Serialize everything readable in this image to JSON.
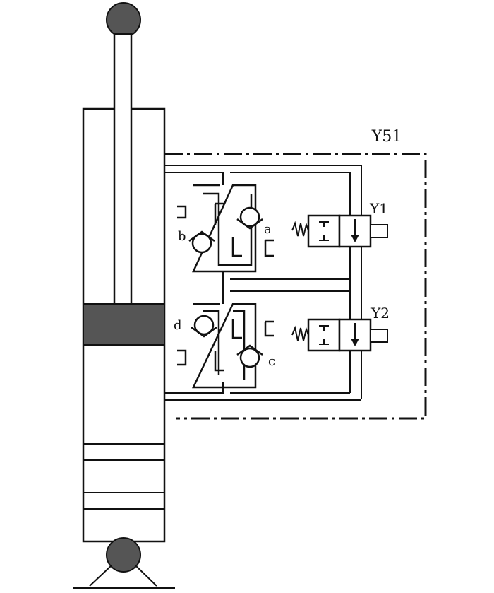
{
  "labels": {
    "block": "Y51",
    "valve_top": "Y1",
    "valve_bottom": "Y2",
    "check_a": "a",
    "check_b": "b",
    "check_c": "c",
    "check_d": "d"
  },
  "colors": {
    "line": "#111111",
    "joint": "#555555",
    "piston": "#555555",
    "background": "#ffffff"
  }
}
